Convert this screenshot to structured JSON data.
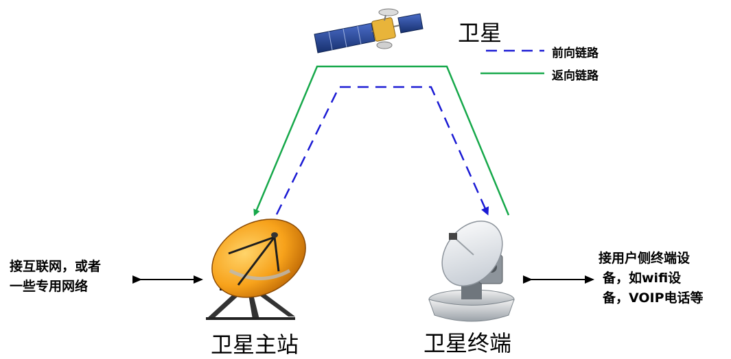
{
  "labels": {
    "satellite": "卫星",
    "hub_station": "卫星主站",
    "terminal": "卫星终端"
  },
  "legend": {
    "forward_link": "前向链路",
    "return_link": "返向链路"
  },
  "left_note": {
    "line1": "接互联网，或者",
    "line2": "一些专用网络"
  },
  "right_note": {
    "line1": "接用户侧终端设",
    "line2": "备，如wifi设",
    "line3": "备，VOIP电话等"
  },
  "colors": {
    "forward_link": "#1a1ad4",
    "return_link": "#16a84a",
    "dish_orange": "#f7a21b",
    "solar_panel": "#1f3c8c"
  },
  "icons": [
    "satellite-icon",
    "dish-antenna-icon",
    "vsat-terminal-icon",
    "double-arrow-icon"
  ]
}
